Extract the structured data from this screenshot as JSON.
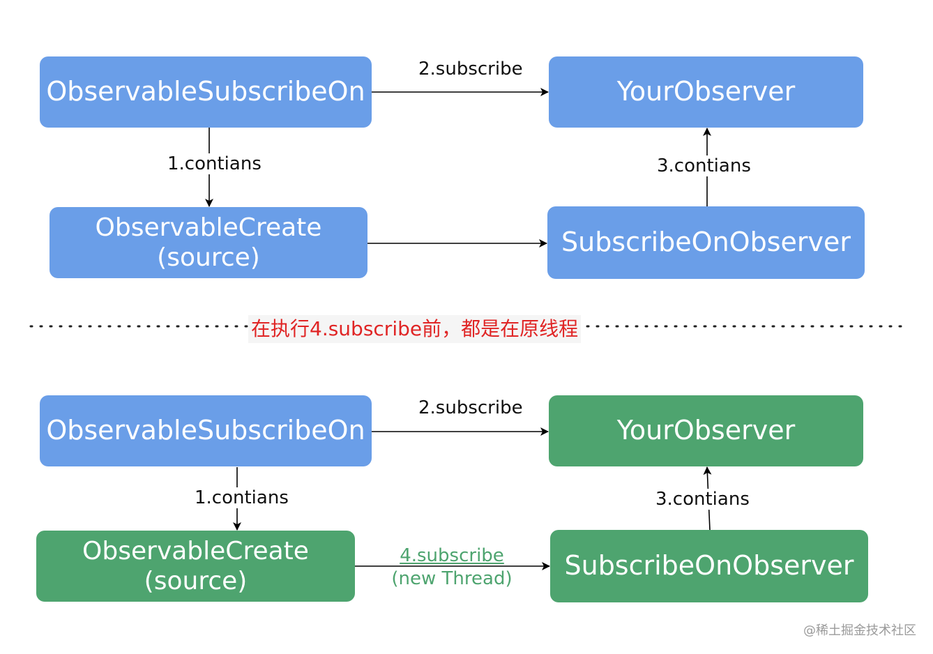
{
  "top": {
    "subscribe_on": "ObservableSubscribeOn",
    "your_observer": "YourObserver",
    "create_line1": "ObservableCreate",
    "create_line2": "(source)",
    "subscribe_on_observer": "SubscribeOnObserver",
    "edge_subscribe": "2.subscribe",
    "edge_contains1": "1.contians",
    "edge_contains3": "3.contians"
  },
  "divider": {
    "text": "在执行4.subscribe前，都是在原线程"
  },
  "bottom": {
    "subscribe_on": "ObservableSubscribeOn",
    "your_observer": "YourObserver",
    "create_line1": "ObservableCreate",
    "create_line2": "(source)",
    "subscribe_on_observer": "SubscribeOnObserver",
    "edge_subscribe": "2.subscribe",
    "edge_contains1": "1.contians",
    "edge_contains3": "3.contians",
    "edge_subscribe4_line1": "4.subscribe",
    "edge_subscribe4_line2": "(new Thread)"
  },
  "colors": {
    "blue_node": "#6a9ee8",
    "green_node": "#4ea46f",
    "divider_text": "#e02525"
  },
  "watermark": "@稀土掘金技术社区"
}
